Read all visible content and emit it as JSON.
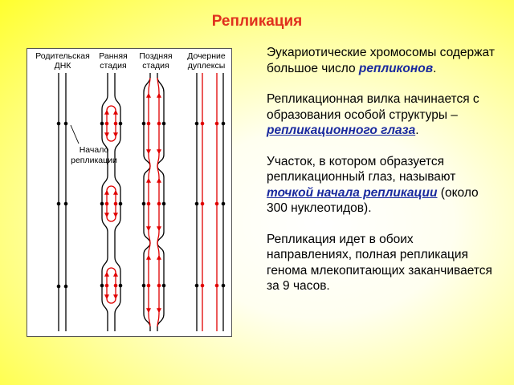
{
  "title": "Репликация",
  "figure": {
    "col_labels": [
      "Родительская ДНК",
      "Ранняя стадия",
      "Поздняя стадия",
      "Дочерние дуплексы"
    ],
    "origin_label": "Начало репликации",
    "colors": {
      "parent_strand": "#000000",
      "new_strand": "#e00000",
      "arrow": "#e00000"
    }
  },
  "text": {
    "p1_a": "Эукариотические хромосомы содержат большое число ",
    "p1_term": "репликонов",
    "p1_b": ".",
    "p2_a": "Репликационная вилка начинается с образования особой структуры – ",
    "p2_term": "репликационного глаза",
    "p2_b": ".",
    "p3_a": "Участок, в котором образуется репликационный глаз, называют ",
    "p3_term": "точкой начала репликации",
    "p3_b": " (около 300 нуклеотидов).",
    "p4": "Репликация идет в обоих направлениях, полная репликация генома млекопитающих заканчивается за 9 часов."
  }
}
